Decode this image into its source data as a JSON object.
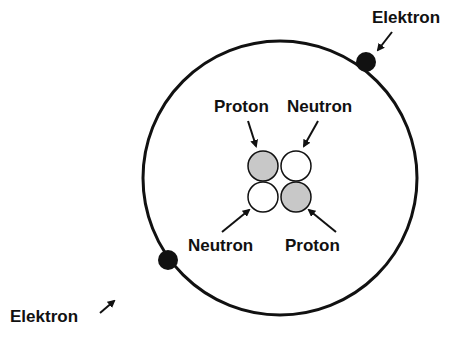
{
  "diagram": {
    "labels": [
      "Elektron",
      "Proton",
      "Neutron",
      "Neutron",
      "Proton",
      "Elektron"
    ]
  }
}
